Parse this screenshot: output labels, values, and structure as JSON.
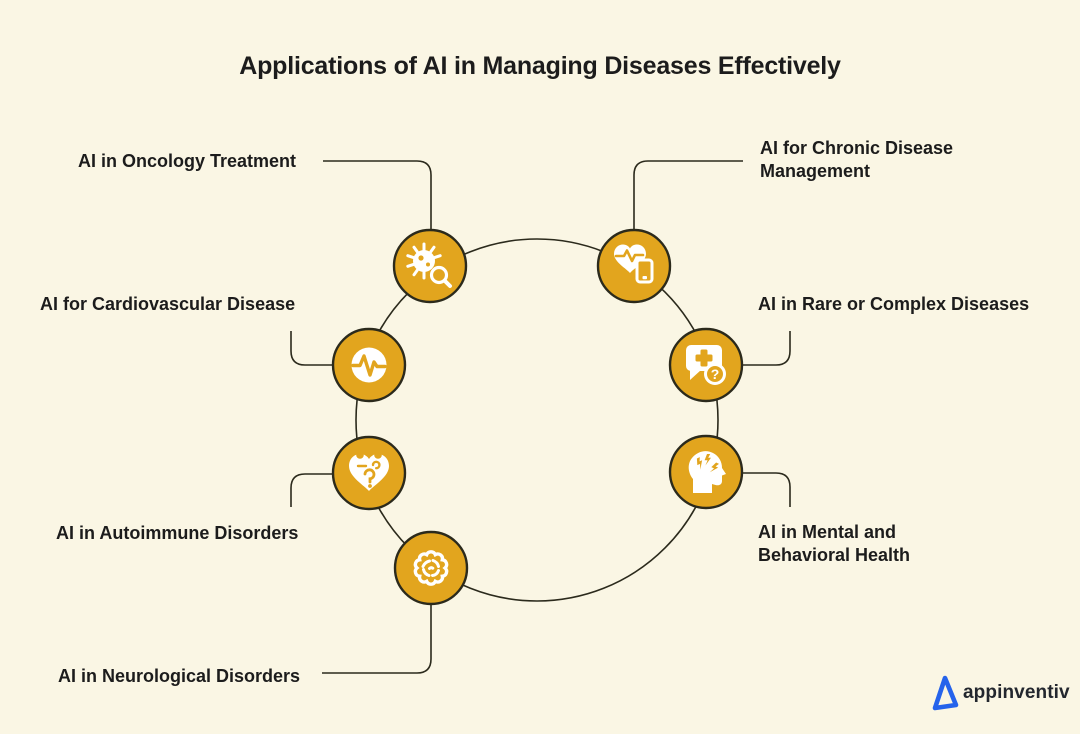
{
  "title": "Applications of AI in Managing Diseases Effectively",
  "colors": {
    "background": "#FAF6E4",
    "accent_gold": "#E2A51E",
    "line_dark": "#2B2A1C",
    "text_dark": "#1C1C1C",
    "logo_blue": "#2563EB",
    "logo_text": "#23272E",
    "icon_white": "#FFFFFF"
  },
  "nodes": [
    {
      "id": "oncology",
      "label": "AI in Oncology Treatment",
      "icon": "cancer-cell-magnifier-icon",
      "position": "top-left"
    },
    {
      "id": "chronic",
      "label": "AI for Chronic Disease Management",
      "icon": "heart-pulse-phone-icon",
      "position": "top-right"
    },
    {
      "id": "cardiovascular",
      "label": "AI for Cardiovascular Disease",
      "icon": "ecg-pulse-circle-icon",
      "position": "mid-left"
    },
    {
      "id": "rare",
      "label": "AI in Rare or Complex Diseases",
      "icon": "medical-chat-question-icon",
      "position": "mid-right",
      "glyph_char": "?"
    },
    {
      "id": "autoimmune",
      "label": "AI in Autoimmune Disorders",
      "icon": "puzzle-heart-icon",
      "position": "lower-left"
    },
    {
      "id": "mental",
      "label": "AI in Mental and Behavioral Health",
      "icon": "head-lightning-icon",
      "position": "lower-right"
    },
    {
      "id": "neurological",
      "label": "AI in Neurological Disorders",
      "icon": "brain-icon",
      "position": "bottom"
    }
  ],
  "logo": {
    "text": "appinventiv"
  }
}
